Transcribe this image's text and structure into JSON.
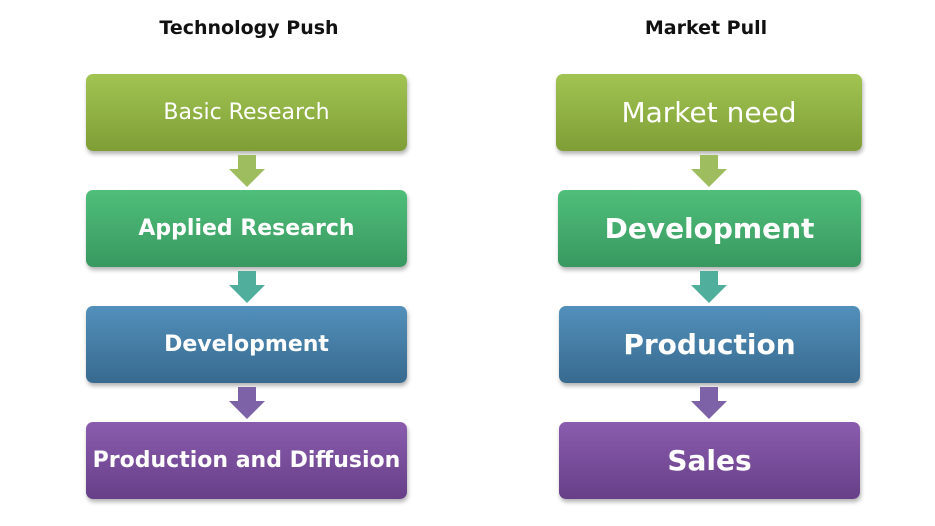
{
  "technology_push": {
    "title": "Technology Push",
    "steps": [
      "Basic Research",
      "Applied Research",
      "Development",
      "Production and Diffusion"
    ]
  },
  "market_pull": {
    "title": "Market Pull",
    "steps": [
      "Market need",
      "Development",
      "Production",
      "Sales"
    ]
  },
  "colors": {
    "step1": "#9bbb59",
    "step2": "#4bb473",
    "step3": "#4a82ad",
    "step4": "#7a4f9e"
  }
}
